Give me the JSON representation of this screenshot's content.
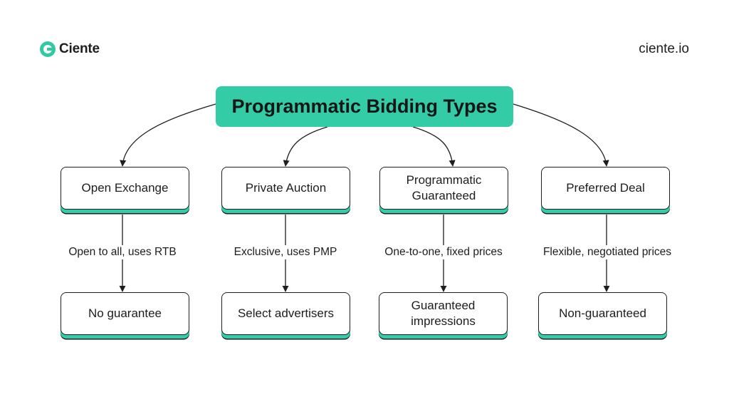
{
  "brand": {
    "name": "Ciente",
    "site": "ciente.io"
  },
  "title": "Programmatic Bidding Types",
  "types": [
    {
      "name": "Open Exchange",
      "edge": "Open to all, uses RTB",
      "outcome": "No guarantee"
    },
    {
      "name": "Private Auction",
      "edge": "Exclusive, uses PMP",
      "outcome": "Select advertisers"
    },
    {
      "name": "Programmatic Guaranteed",
      "edge": "One-to-one, fixed prices",
      "outcome": "Guaranteed impressions"
    },
    {
      "name": "Preferred Deal",
      "edge": "Flexible, negotiated prices",
      "outcome": "Non-guaranteed"
    }
  ],
  "colors": {
    "accent": "#34cca7",
    "outline": "#1e1e1e",
    "text": "#1d1d1d"
  }
}
